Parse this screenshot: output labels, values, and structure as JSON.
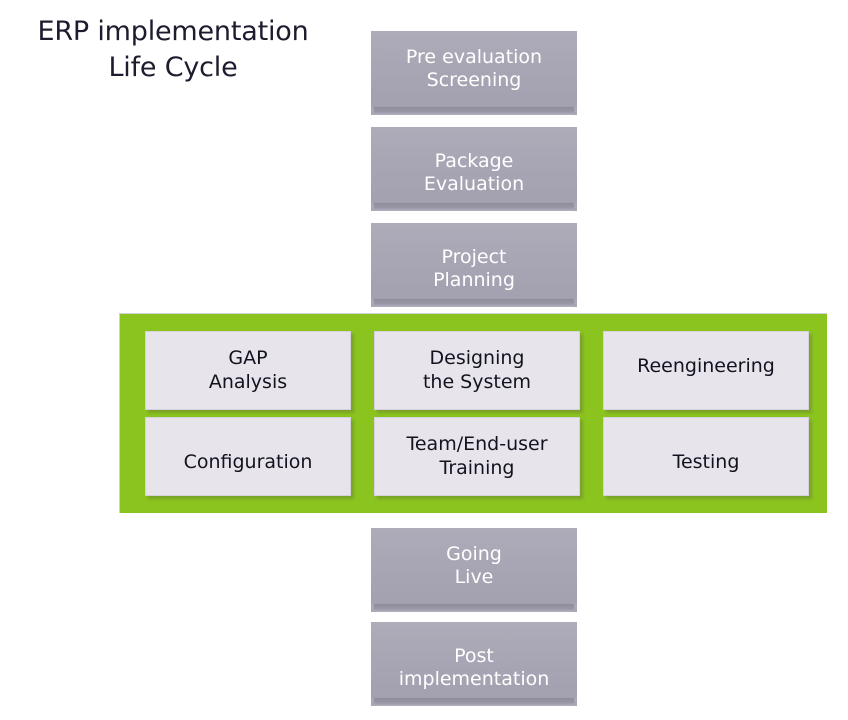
{
  "title": "ERP implementation\nLife Cycle",
  "colors": {
    "background": "#ffffff",
    "stage_gray": "#a9a7b5",
    "stage_base_gray": "#8e8c9b",
    "stage_text": "#ffffff",
    "accent_green": "#8cc41f",
    "task_box": "#e7e4ec",
    "task_text": "#13131f",
    "title_text": "#1c1c2e"
  },
  "stages_top": [
    {
      "id": "pre-evaluation-screening",
      "label": "Pre evaluation\nScreening"
    },
    {
      "id": "package-evaluation",
      "label": "Package\nEvaluation"
    },
    {
      "id": "project-planning",
      "label": "Project\nPlanning"
    }
  ],
  "stages_bottom": [
    {
      "id": "going-live",
      "label": "Going\nLive"
    },
    {
      "id": "post-implementation",
      "label": "Post\nimplementation"
    }
  ],
  "green_group": {
    "tasks": [
      {
        "id": "gap-analysis",
        "label": "GAP\nAnalysis",
        "row": 1,
        "col": 1
      },
      {
        "id": "designing-system",
        "label": "Designing\nthe System",
        "row": 1,
        "col": 2
      },
      {
        "id": "reengineering",
        "label": "Reengineering",
        "row": 1,
        "col": 3
      },
      {
        "id": "configuration",
        "label": "Configuration",
        "row": 2,
        "col": 1
      },
      {
        "id": "team-end-user-training",
        "label": "Team/End-user\nTraining",
        "row": 2,
        "col": 2
      },
      {
        "id": "testing",
        "label": "Testing",
        "row": 2,
        "col": 3
      }
    ]
  }
}
